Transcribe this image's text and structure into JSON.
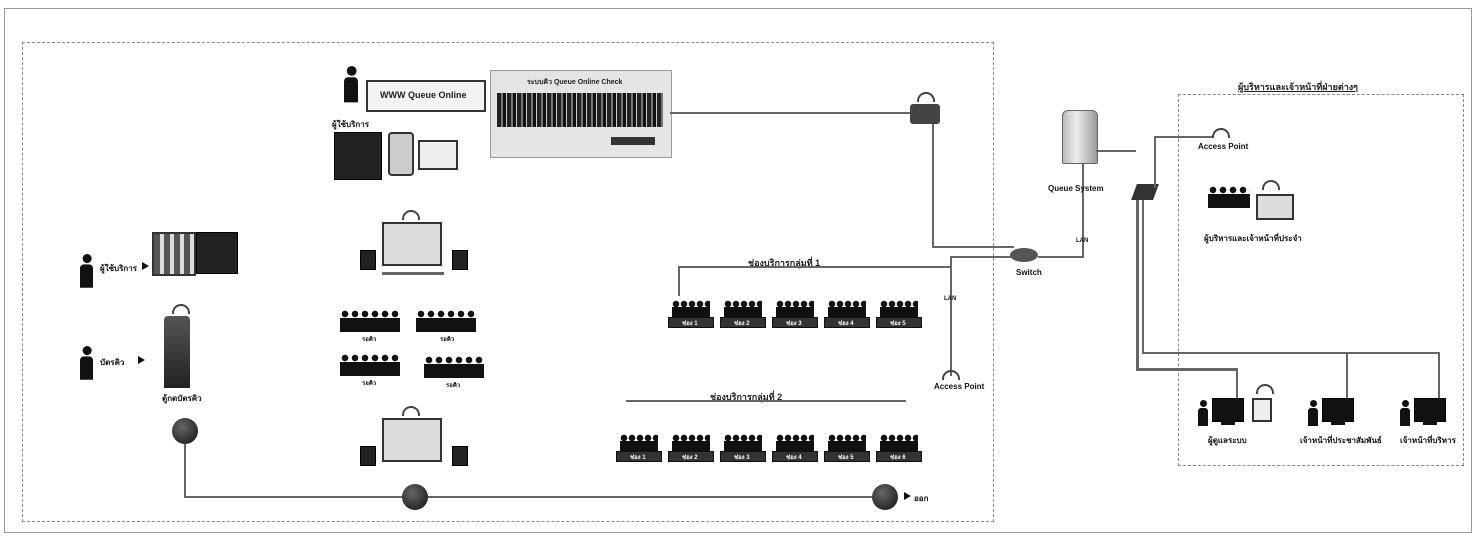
{
  "diagram": {
    "web": {
      "button_label": "WWW Queue Online",
      "banner_label": "ระบบคิว Queue Online Check",
      "person_label": "ผู้ใช้บริการ"
    },
    "left": {
      "counter_person_label": "ผู้ใช้บริการ",
      "kiosk_person_label": "บัตรคิว",
      "kiosk_label": "ตู้กดบัตรคิว"
    },
    "waiting_zones": [
      "รอคิว",
      "รอคิว",
      "รอคิว",
      "รอคิว"
    ],
    "group_top": {
      "title": "ช่องบริการกลุ่มที่ 1",
      "desks": [
        "ช่อง 1",
        "ช่อง 2",
        "ช่อง 3",
        "ช่อง 4",
        "ช่อง 5"
      ]
    },
    "group_bottom": {
      "title": "ช่องบริการกลุ่มที่ 2",
      "desks": [
        "ช่อง 1",
        "ช่อง 2",
        "ช่อง 3",
        "ช่อง 4",
        "ช่อง 5",
        "ช่อง 6"
      ]
    },
    "network": {
      "switch_label": "Switch",
      "server_label": "Queue System",
      "access_point_label": "Access Point",
      "access_point_right_label": "Access Point",
      "link_label": "LAN"
    },
    "right_panel": {
      "title": "ผู้บริหารและเจ้าหน้าที่ฝ่ายต่างๆ",
      "group_label": "ผู้บริหารและเจ้าหน้าที่ประจำ",
      "pcs": [
        "ผู้ดูแลระบบ",
        "เจ้าหน้าที่ประชาสัมพันธ์",
        "เจ้าหน้าที่บริหาร"
      ]
    },
    "exit_label": "ออก"
  }
}
